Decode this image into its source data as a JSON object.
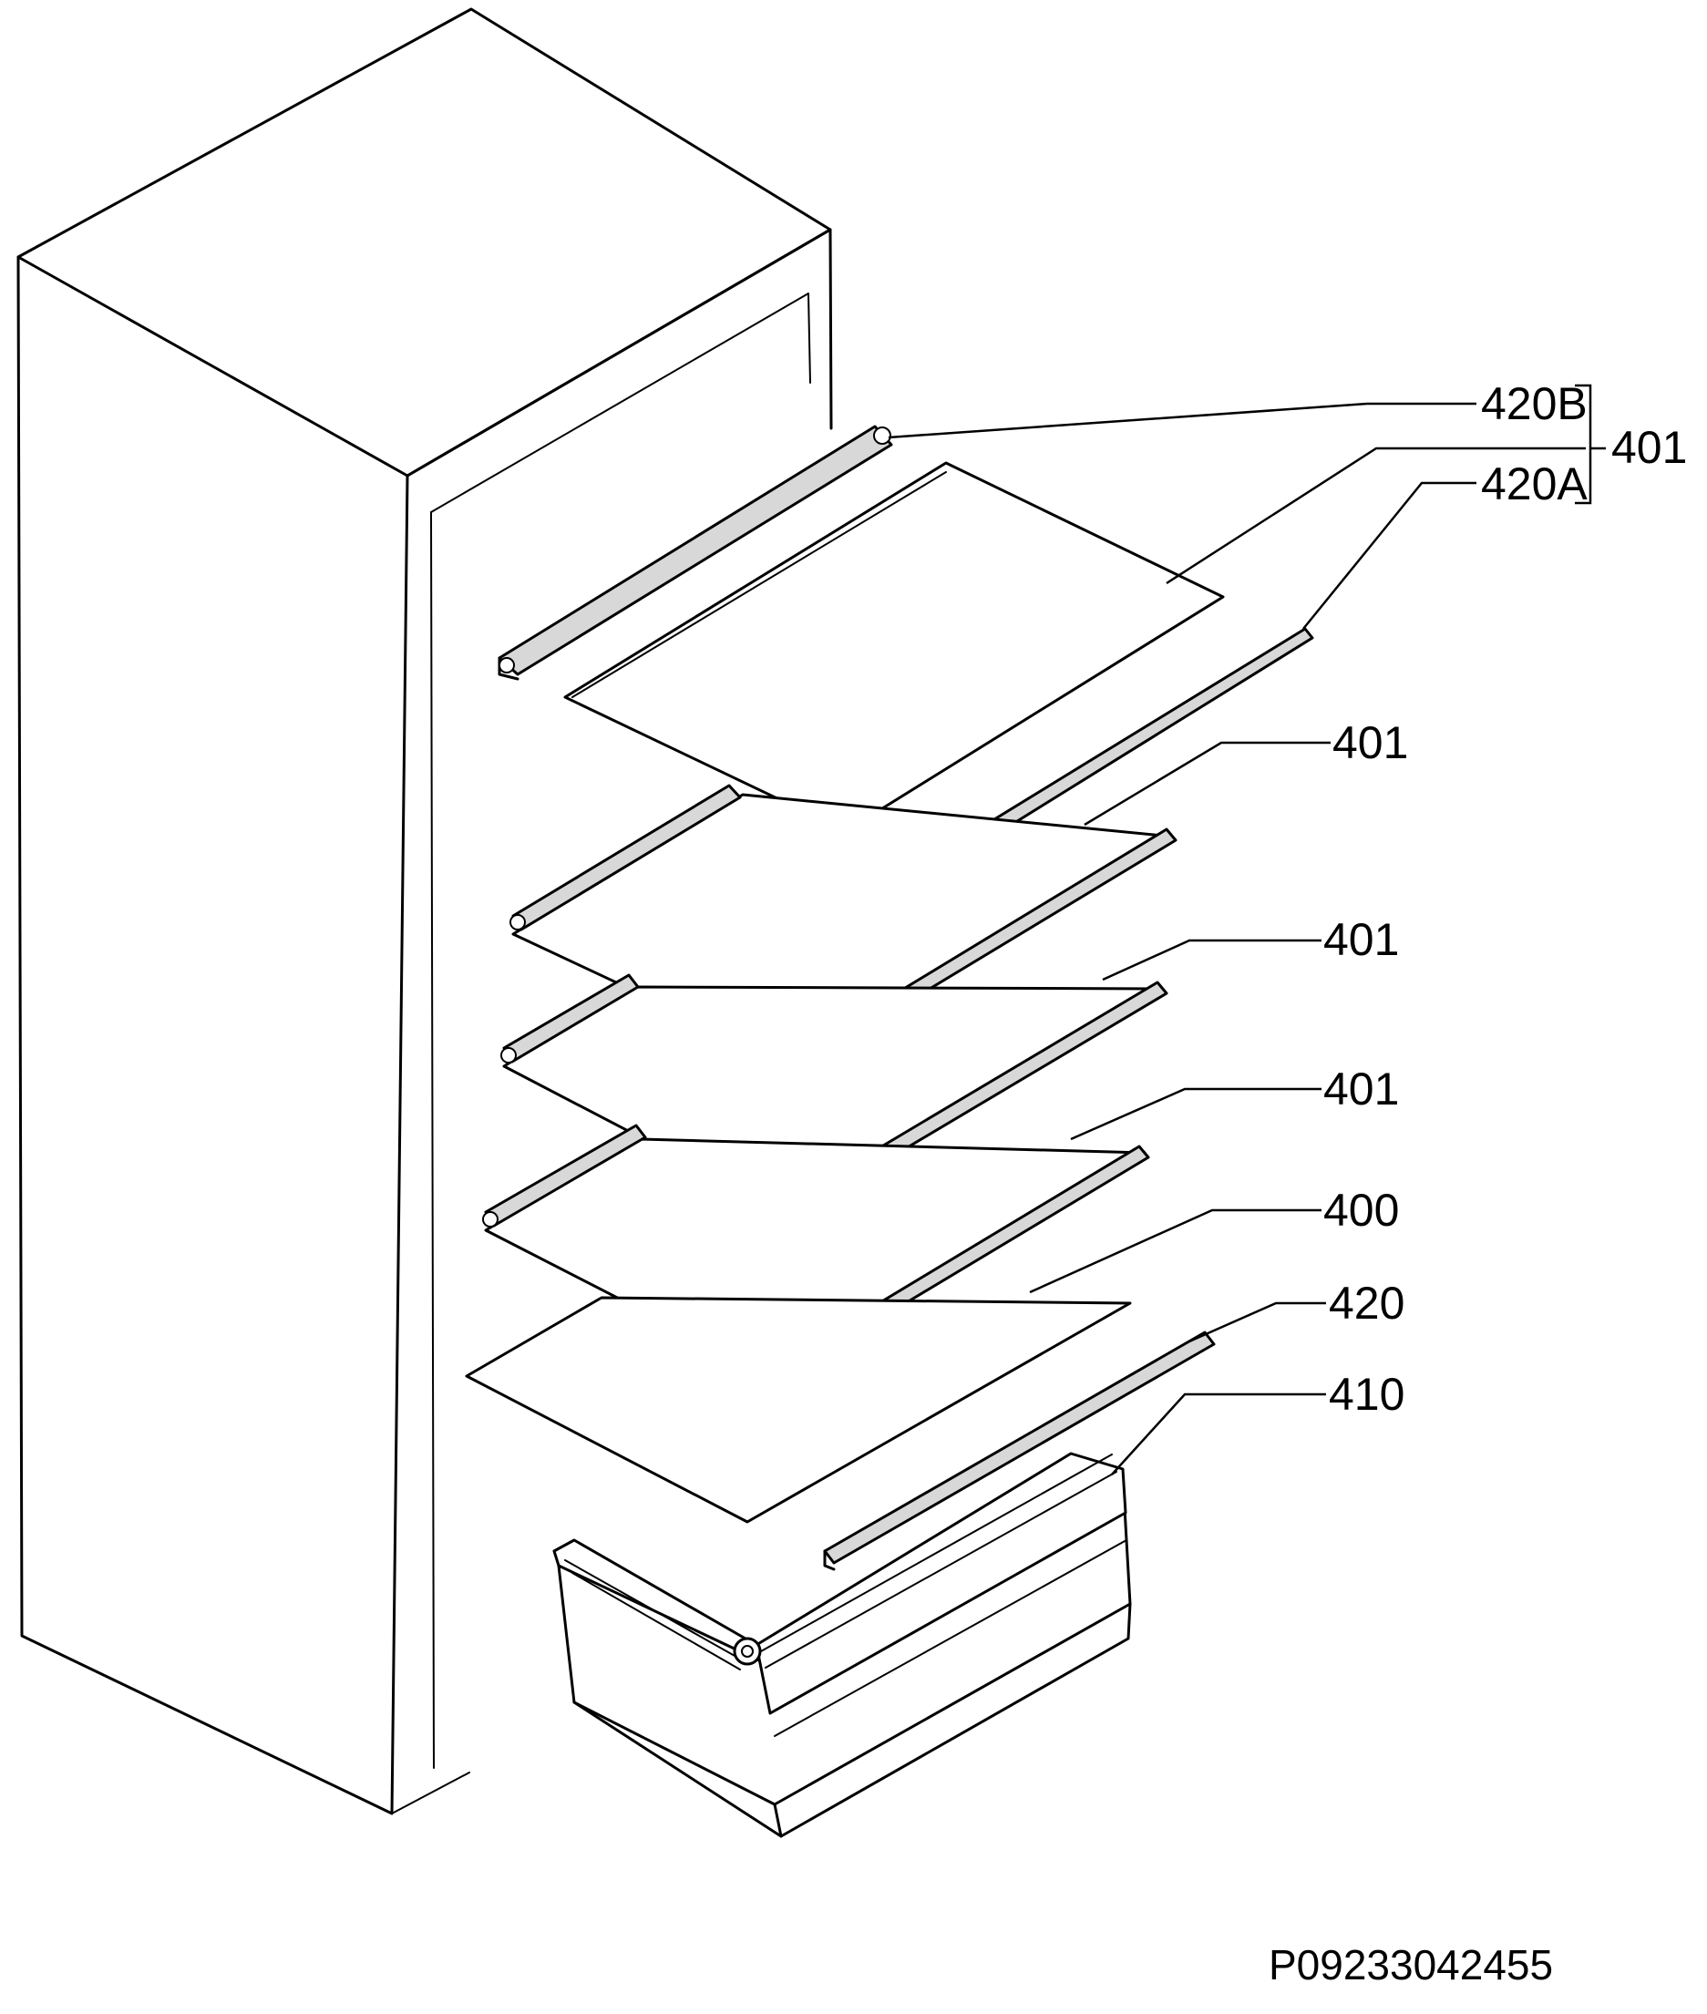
{
  "diagram": {
    "code": "P09233042455",
    "callouts": {
      "c420B": "420B",
      "c420A": "420A",
      "group401": "401",
      "shelf2": "401",
      "shelf3": "401",
      "shelf4": "401",
      "c400": "400",
      "c420": "420",
      "c410": "410"
    }
  }
}
